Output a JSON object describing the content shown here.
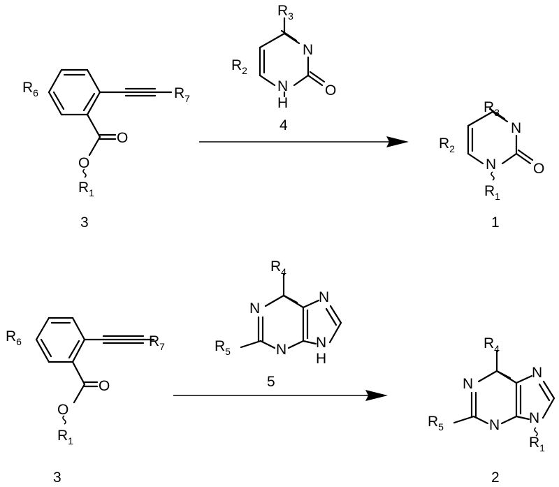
{
  "atoms": {
    "R": "R",
    "N": "N",
    "O": "O",
    "H": "H",
    "sub1": "1",
    "sub2": "2",
    "sub3": "3",
    "sub4": "4",
    "sub5": "5",
    "sub6": "6",
    "sub7": "7"
  },
  "compounds": {
    "c1": "1",
    "c2": "2",
    "c3a": "3",
    "c3b": "3",
    "c4": "4",
    "c5": "5"
  }
}
